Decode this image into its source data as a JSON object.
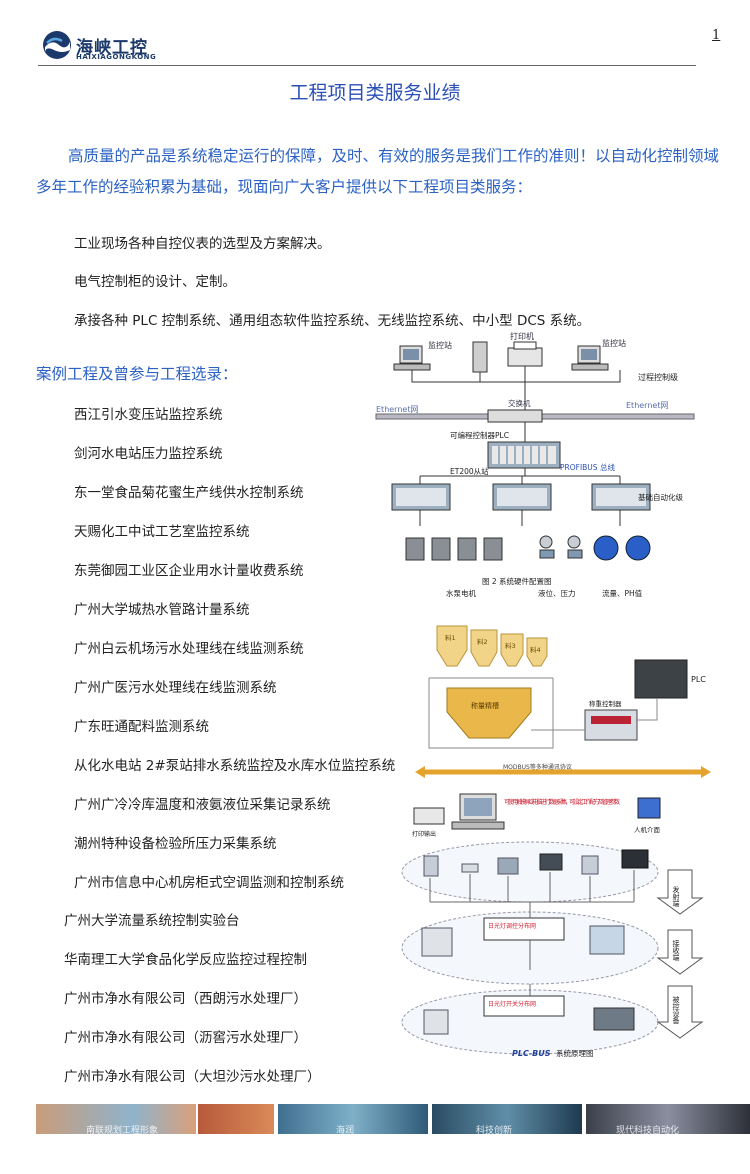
{
  "header": {
    "logo_cn": "海峡工控",
    "logo_en": "HAIXIAGONGKONG",
    "page_number": "1"
  },
  "title": "工程项目类服务业绩",
  "intro": "高质量的产品是系统稳定运行的保障，及时、有效的服务是我们工作的准则！以自动化控制领域多年工作的经验积累为基础，现面向广大客户提供以下工程项目类服务：",
  "services": [
    "工业现场各种自控仪表的选型及方案解决。",
    "电气控制柜的设计、定制。",
    "承接各种 PLC 控制系统、通用组态软件监控系统、无线监控系统、中小型 DCS 系统。"
  ],
  "cases_heading": "案例工程及曾参与工程选录：",
  "cases": [
    "西江引水变压站监控系统",
    "剑河水电站压力监控系统",
    "东一堂食品菊花蜜生产线供水控制系统",
    "天赐化工中试工艺室监控系统",
    "东莞御园工业区企业用水计量收费系统",
    "广州大学城热水管路计量系统",
    "广州白云机场污水处理线在线监测系统",
    "广州广医污水处理线在线监测系统",
    "广东旺通配料监测系统",
    "从化水电站 2#泵站排水系统监控及水库水位监控系统",
    "广州广冷冷库温度和液氨液位采集记录系统",
    "潮州特种设备检验所压力采集系统",
    "广州市信息中心机房柜式空调监测和控制系统",
    "广州大学流量系统控制实验台",
    "华南理工大学食品化学反应监控过程控制",
    "广州市净水有限公司（西朗污水处理厂）",
    "广州市净水有限公司（沥窖污水处理厂）",
    "广州市净水有限公司（大坦沙污水处理厂）"
  ],
  "fig1": {
    "monitor_left": "监控站",
    "printer": "打印机",
    "monitor_right": "监控站",
    "level_process": "过程控制级",
    "switch": "交换机",
    "ethernet_left": "Ethernet网",
    "ethernet_right": "Ethernet网",
    "plc": "可编程控制器PLC",
    "et200": "ET200从站",
    "profibus": "PROFIBUS 总线",
    "level_basic": "基础自动化级",
    "caption": "图 2  系统硬件配置图",
    "label_pump": "水泵电机",
    "label_level": "液位、压力",
    "label_flow": "流量、PH值"
  },
  "fig2": {
    "silos": [
      "料1",
      "料2",
      "料3",
      "料4"
    ],
    "hopper": "称量精槽",
    "plc": "PLC",
    "controller": "称重控制器",
    "bus": "MODBUS等多种通讯协议",
    "note": "可使用触摸屏或电脑进行数据采集，可设定工作配方及管理参数",
    "label_printer": "打印输出",
    "label_hmi": "人机介面"
  },
  "fig3": {
    "side_top": "发射端",
    "side_mid": "接收端",
    "side_bottom": "被控设备",
    "caption_brand": "PLC-BUS",
    "caption": "系统原理图",
    "box_mid_title": "日光灯调控分布网",
    "box_bottom_title": "日光灯开关分布网"
  },
  "footer": {
    "captions": [
      "南联规划工程形象",
      "海润",
      "科技创新",
      "现代科技自动化"
    ]
  }
}
